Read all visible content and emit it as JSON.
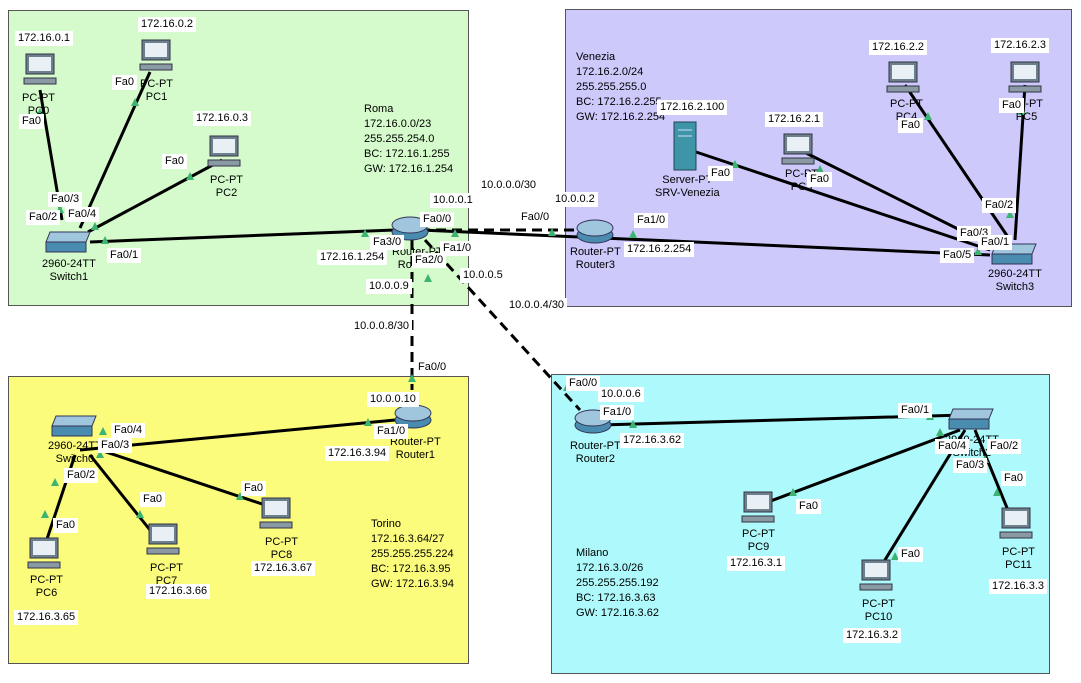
{
  "zones": {
    "roma": [
      "Roma",
      "172.16.0.0/23",
      "255.255.254.0",
      "BC: 172.16.1.255",
      "GW: 172.16.1.254"
    ],
    "venezia": [
      "Venezia",
      "172.16.2.0/24",
      "255.255.255.0",
      "BC: 172.16.2.255",
      "GW: 172.16.2.254"
    ],
    "torino": [
      "Torino",
      "172.16.3.64/27",
      "255.255.255.224",
      "BC: 172.16.3.95",
      "GW: 172.16.3.94"
    ],
    "milano": [
      "Milano",
      "172.16.3.0/26",
      "255.255.255.192",
      "BC: 172.16.3.63",
      "GW: 172.16.3.62"
    ]
  },
  "colors": {
    "roma": "#d5fbcc",
    "venezia": "#cdc9fb",
    "torino": "#fbfb7c",
    "milano": "#aef9fb",
    "link_up": "#3cb371"
  },
  "devices": {
    "pc0": [
      "PC-PT",
      "PC0"
    ],
    "pc1": [
      "PC-PT",
      "PC1"
    ],
    "pc2": [
      "PC-PT",
      "PC2"
    ],
    "switch1": [
      "2960-24TT",
      "Switch1"
    ],
    "router0": [
      "Router-PT",
      "Router0"
    ],
    "server": [
      "Server-PT",
      "SRV-Venezia"
    ],
    "pc3": [
      "PC-PT",
      "PC3"
    ],
    "pc4": [
      "PC-PT",
      "PC4"
    ],
    "pc5": [
      "PC-PT",
      "PC5"
    ],
    "switch3": [
      "2960-24TT",
      "Switch3"
    ],
    "router3": [
      "Router-PT",
      "Router3"
    ],
    "switch0": [
      "2960-24TT",
      "Switch0"
    ],
    "router1": [
      "Router-PT",
      "Router1"
    ],
    "pc6": [
      "PC-PT",
      "PC6"
    ],
    "pc7": [
      "PC-PT",
      "PC7"
    ],
    "pc8": [
      "PC-PT",
      "PC8"
    ],
    "router2": [
      "Router-PT",
      "Router2"
    ],
    "switch2": [
      "2960-24TT",
      "Switch2"
    ],
    "pc9": [
      "PC-PT",
      "PC9"
    ],
    "pc10": [
      "PC-PT",
      "PC10"
    ],
    "pc11": [
      "PC-PT",
      "PC11"
    ]
  },
  "ips": {
    "pc0": "172.16.0.1",
    "pc1": "172.16.0.2",
    "pc2": "172.16.0.3",
    "r0_fa3": "172.16.1.254",
    "server": "172.16.2.100",
    "pc3": "172.16.2.1",
    "pc4": "172.16.2.2",
    "pc5": "172.16.2.3",
    "r3_fa1": "172.16.2.254",
    "r0_fa0": "10.0.0.1",
    "r3_fa0": "10.0.0.2",
    "net1": "10.0.0.0/30",
    "r0_fa1": "10.0.0.5",
    "net2": "10.0.0.4/30",
    "r2_fa0": "10.0.0.6",
    "r0_fa2": "10.0.0.9",
    "net3": "10.0.0.8/30",
    "r1_fa0": "10.0.0.10",
    "r1_fa1": "172.16.3.94",
    "pc6": "172.16.3.65",
    "pc7": "172.16.3.66",
    "pc8": "172.16.3.67",
    "r2_fa1": "172.16.3.62",
    "pc9": "172.16.3.1",
    "pc10": "172.16.3.2",
    "pc11": "172.16.3.3"
  },
  "ports": {
    "pc0_fa0": "Fa0",
    "pc1_fa0": "Fa0",
    "pc2_fa0": "Fa0",
    "s1_fa03": "Fa0/3",
    "s1_fa02": "Fa0/2",
    "s1_fa04": "Fa0/4",
    "s1_fa01": "Fa0/1",
    "r0_fa30": "Fa3/0",
    "r0_fa00": "Fa0/0",
    "r0_fa10": "Fa1/0",
    "r0_fa20": "Fa2/0",
    "r3_fa00": "Fa0/0",
    "r3_fa10": "Fa1/0",
    "srv_fa0": "Fa0",
    "pc3_fa0": "Fa0",
    "pc4_fa0": "Fa0",
    "pc5_fa0": "Fa0",
    "s3_fa02": "Fa0/2",
    "s3_fa03": "Fa0/3",
    "s3_fa01": "Fa0/1",
    "s3_fa05": "Fa0/5",
    "r1_fa00": "Fa0/0",
    "r1_fa10": "Fa1/0",
    "s0_fa04": "Fa0/4",
    "s0_fa03": "Fa0/3",
    "s0_fa02": "Fa0/2",
    "pc6_fa0": "Fa0",
    "pc7_fa0": "Fa0",
    "pc8_fa0": "Fa0",
    "r2_fa00": "Fa0/0",
    "r2_fa10": "Fa1/0",
    "s2_fa01": "Fa0/1",
    "s2_fa04": "Fa0/4",
    "s2_fa03": "Fa0/3",
    "s2_fa02": "Fa0/2",
    "pc9_fa0": "Fa0",
    "pc10_fa0": "Fa0",
    "pc11_fa0": "Fa0"
  }
}
